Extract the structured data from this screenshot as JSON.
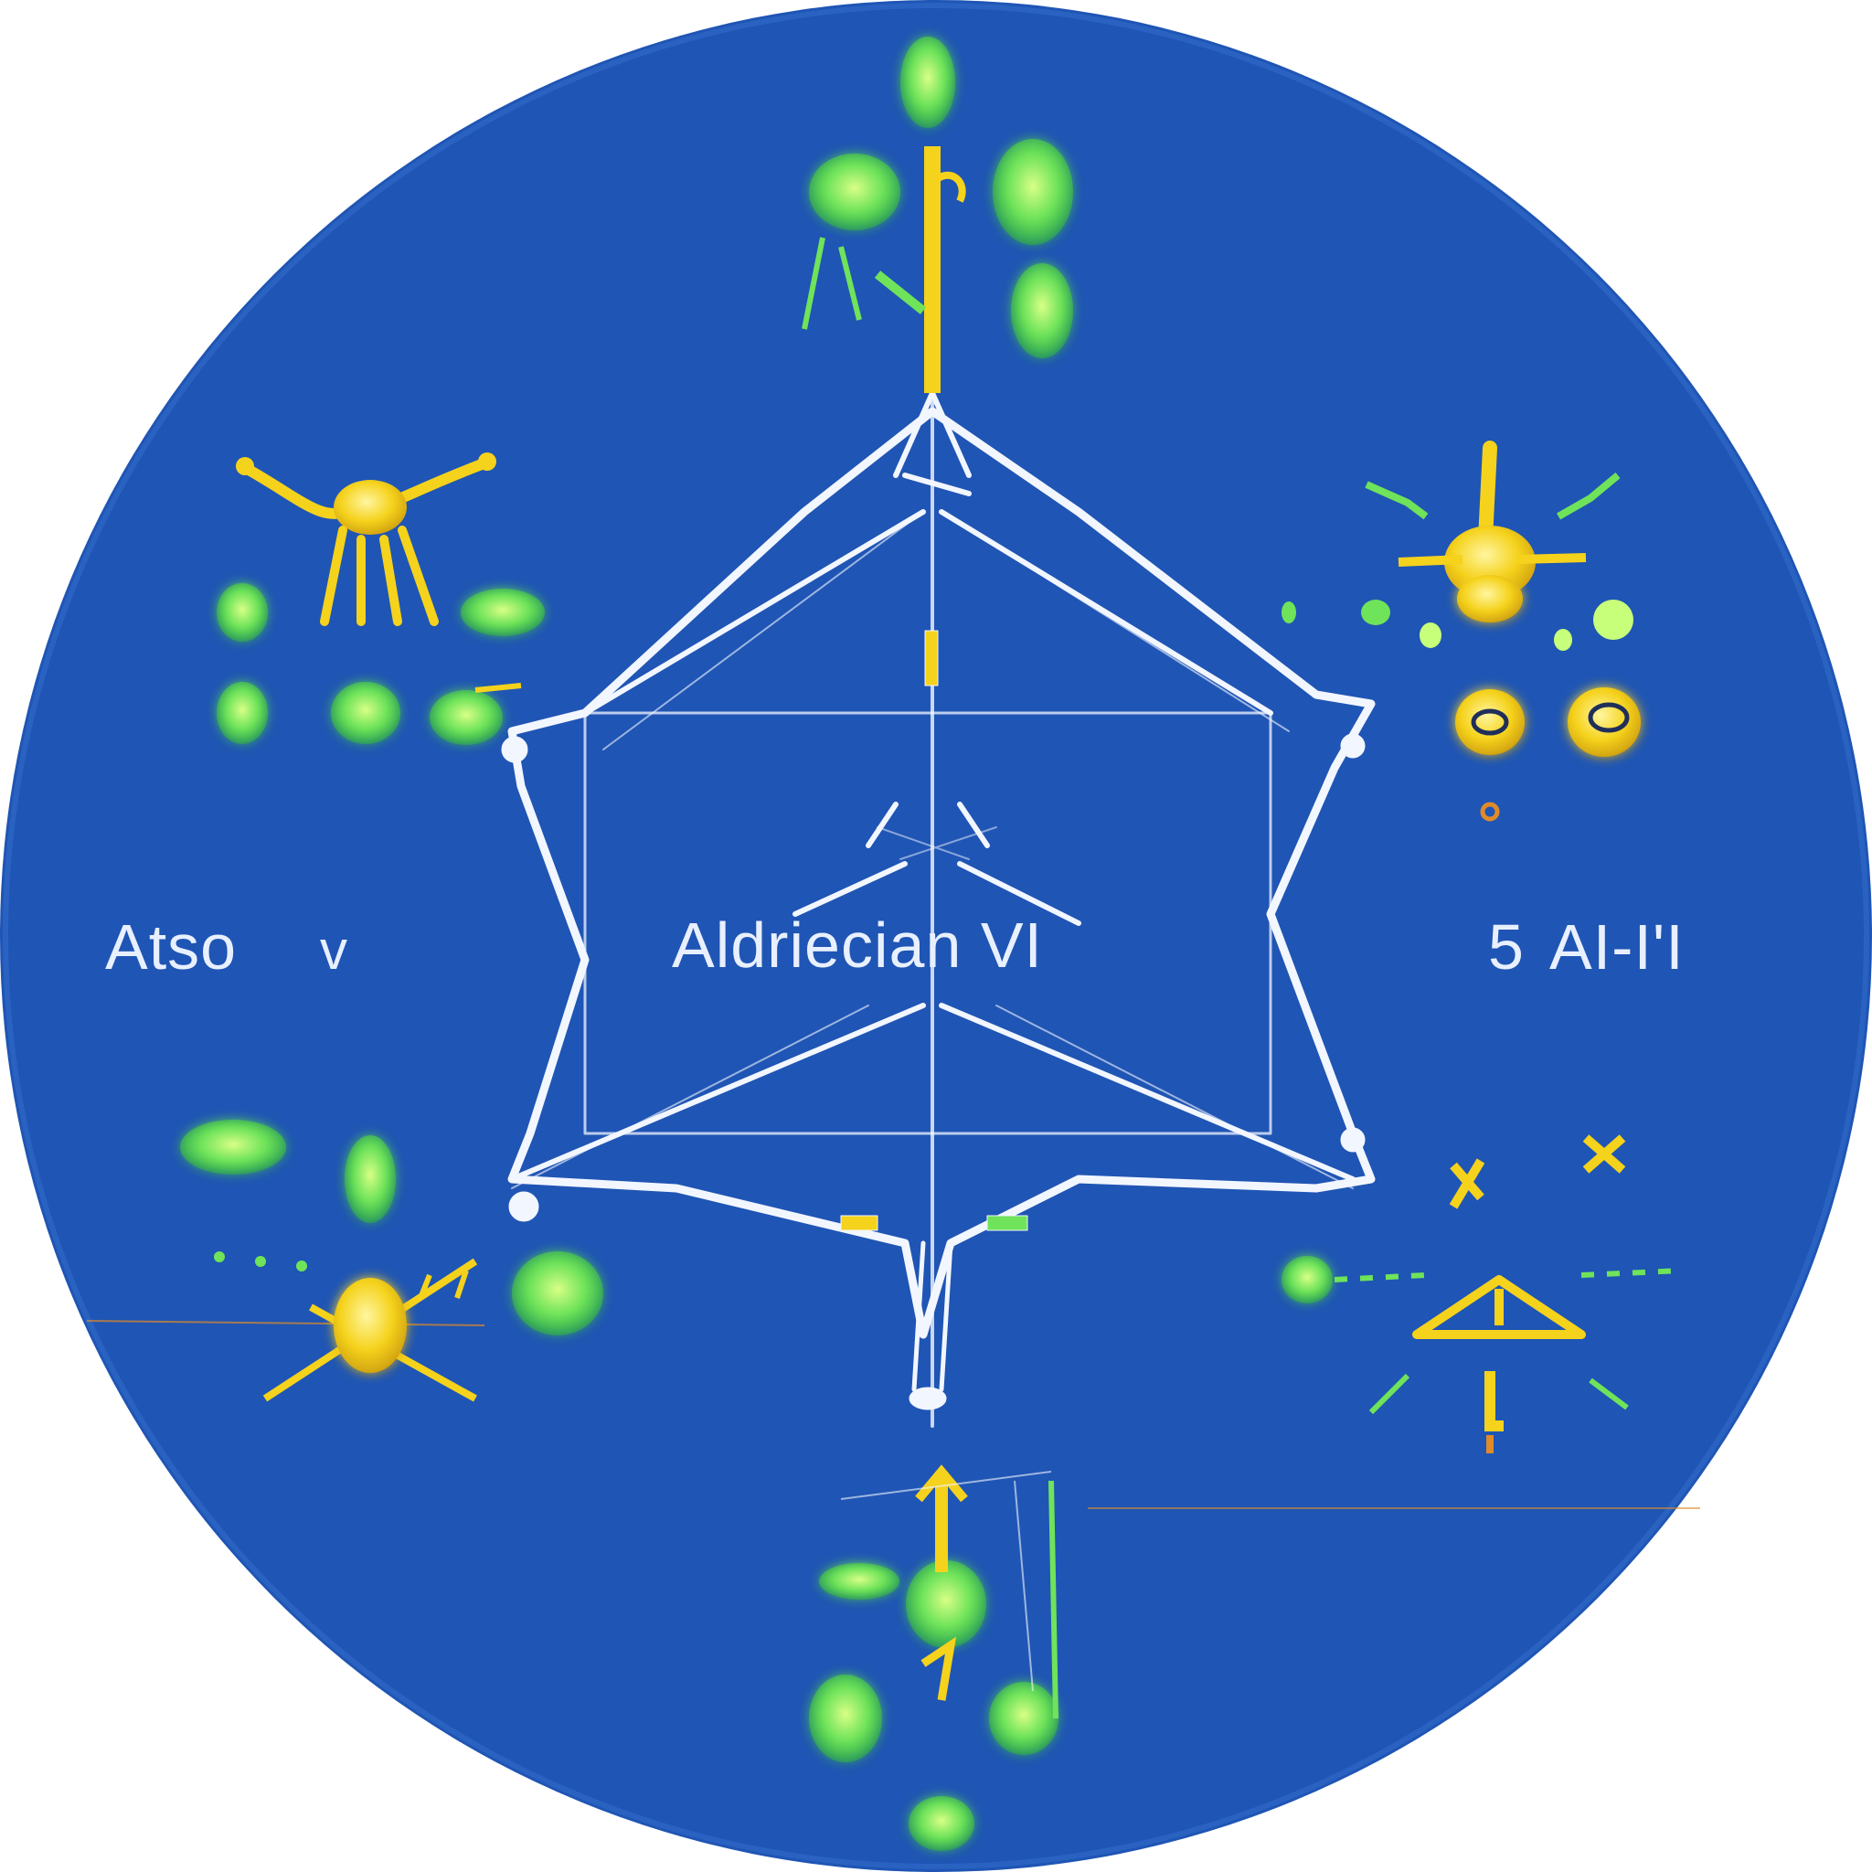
{
  "labels": {
    "left": "Atso",
    "left_glyph": "v",
    "center": "Aldriecian VI",
    "right_prefix": "5",
    "right": "AI-I'I"
  },
  "colors": {
    "background_disc": "#1f55b4",
    "disc_edge": "#1a48a0",
    "line": "#f2f6ff",
    "glow_green": "#6fe35a",
    "glow_green_core": "#c8ff7a",
    "accent_yellow": "#f5d21c",
    "accent_orange": "#e08a2a"
  },
  "icons": {
    "center": "hexagram-network-icon",
    "top": "plant-sprout-icon",
    "bottom": "plant-sprout-icon",
    "top_left": "yellow-creature-icon",
    "top_right": "yellow-creature-icon",
    "bottom_left": "yellow-atom-icon",
    "bottom_right": "yellow-umbrella-icon"
  }
}
